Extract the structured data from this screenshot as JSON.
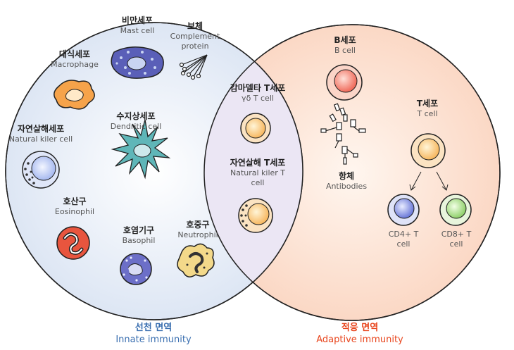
{
  "innate": {
    "ko": "선천 면역",
    "en": "Innate immunity",
    "color": "#3a6fb0"
  },
  "adaptive": {
    "ko": "적응 면역",
    "en": "Adaptive immunity",
    "color": "#e8461e"
  },
  "cells": {
    "mast": {
      "ko": "비만세포",
      "en": "Mast cell"
    },
    "complement": {
      "ko": "보체",
      "en": "Complement protein"
    },
    "macrophage": {
      "ko": "대식세포",
      "en": "Macrophage"
    },
    "dendritic": {
      "ko": "수지상세포",
      "en": "Dendritic cell"
    },
    "nk": {
      "ko": "자연살해세포",
      "en": "Natural kiler cell"
    },
    "eosinophil": {
      "ko": "호산구",
      "en": "Eosinophil"
    },
    "basophil": {
      "ko": "호염기구",
      "en": "Basophil"
    },
    "neutrophil": {
      "ko": "호중구",
      "en": "Neutrophil"
    },
    "gdt": {
      "ko": "감마델타 T세포",
      "en": "γδ T cell"
    },
    "nkt": {
      "ko": "자연살해 T세포",
      "en": "Natural kiler T cell"
    },
    "bcell": {
      "ko": "B세포",
      "en": "B cell"
    },
    "antibodies": {
      "ko": "항체",
      "en": "Antibodies"
    },
    "tcell": {
      "ko": "T세포",
      "en": "T cell"
    },
    "cd4": {
      "en": "CD4+ T cell"
    },
    "cd8": {
      "en": "CD8+ T cell"
    }
  }
}
